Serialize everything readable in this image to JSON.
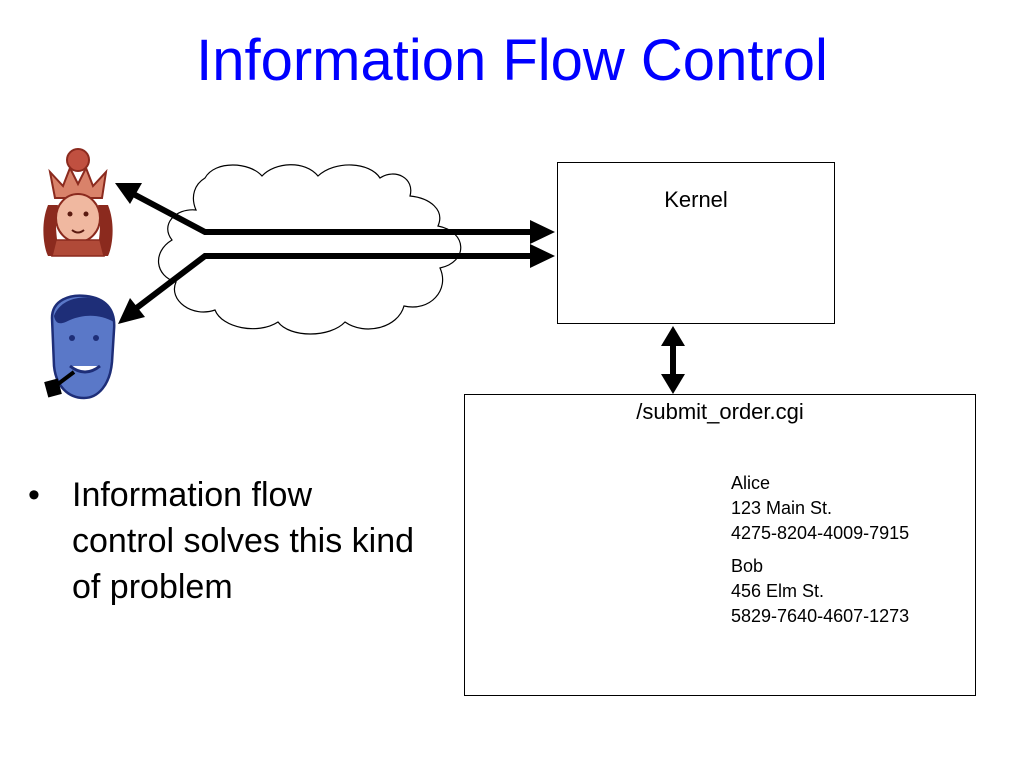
{
  "slide": {
    "title": "Information Flow Control"
  },
  "kernel": {
    "label": "Kernel"
  },
  "cgi": {
    "label": "/submit_order.cgi",
    "records": [
      {
        "name": "Alice",
        "address": "123 Main St.",
        "card": "4275-8204-4009-7915"
      },
      {
        "name": "Bob",
        "address": "456 Elm St.",
        "card": "5829-7640-4607-1273"
      }
    ]
  },
  "bullet": {
    "marker": "•",
    "text": "Information flow control solves this kind of problem"
  },
  "icons": {
    "user_one": "queen-icon",
    "user_two": "pipe-smoking-man-icon",
    "network": "cloud-icon",
    "attacker": "bug-monster-icon"
  },
  "colors": {
    "title": "#0000ff",
    "queen": "#8b2a1e",
    "man": "#2a3f9a"
  }
}
